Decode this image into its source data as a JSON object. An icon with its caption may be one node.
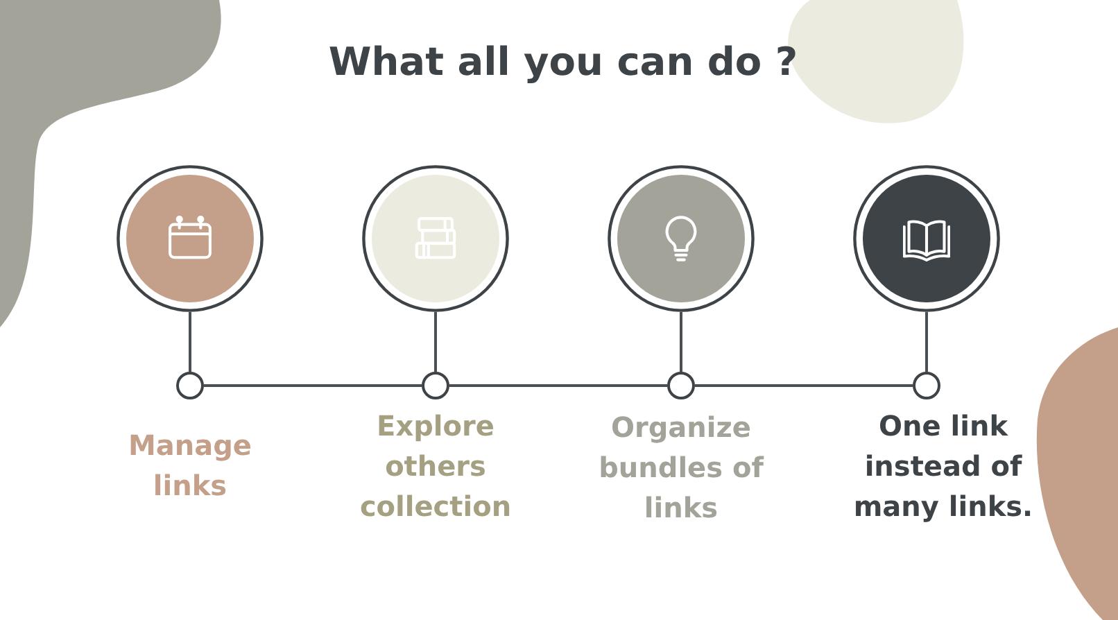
{
  "diagram": {
    "title": "What all you can do ?",
    "nodes": [
      {
        "text": [],
        "shape": "circle"
      },
      {
        "text": [],
        "shape": "circle"
      },
      {
        "text": [],
        "shape": "circle"
      },
      {
        "text": [],
        "shape": "circle"
      },
      {
        "text": [],
        "shape": "circle",
        "beside": [
          "Manage links"
        ]
      },
      {
        "text": [],
        "shape": "circle",
        "beside": [
          "Explore others collection"
        ]
      },
      {
        "text": [],
        "shape": "circle",
        "beside": [
          "Organize bundles of links"
        ]
      },
      {
        "text": [],
        "shape": "circle",
        "beside": [
          "One link instead of many links."
        ]
      }
    ],
    "edges": [
      {
        "from": 0,
        "to": 4,
        "arrow": "none"
      },
      {
        "from": 1,
        "to": 5,
        "arrow": "none"
      },
      {
        "from": 2,
        "to": 6,
        "arrow": "none"
      },
      {
        "from": 3,
        "to": 7,
        "arrow": "none"
      },
      {
        "from": 4,
        "to": 5,
        "arrow": "none"
      },
      {
        "from": 5,
        "to": 6,
        "arrow": "none"
      },
      {
        "from": 6,
        "to": 7,
        "arrow": "none"
      }
    ]
  }
}
